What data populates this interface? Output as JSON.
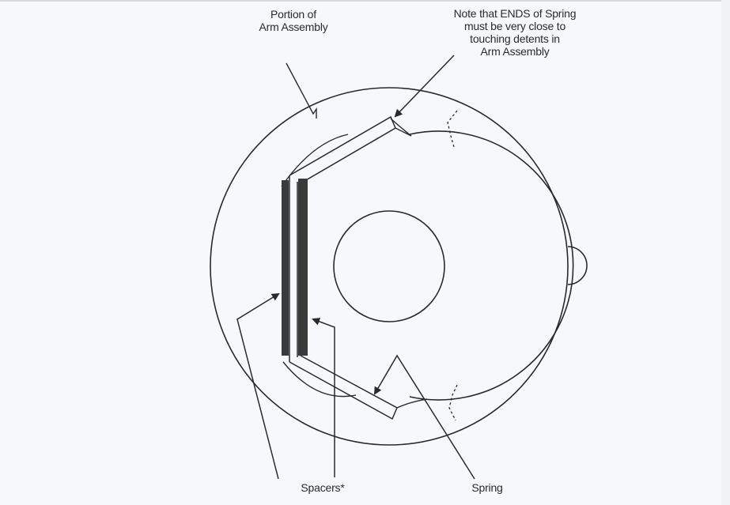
{
  "diagram": {
    "labels": {
      "portion": [
        "Portion of",
        "Arm Assembly"
      ],
      "note": [
        "Note that ENDS of Spring",
        "must be very close to",
        "touching detents in",
        "Arm Assembly"
      ],
      "spacers": "Spacers*",
      "spring": "Spring"
    },
    "colors": {
      "background": "#f7f8fb",
      "ink": "#2a2a2a",
      "spacer_fill": "#3a3a3a"
    },
    "parts": [
      "arm-assembly-outer-ring",
      "spring-inner-circle",
      "hub-circle",
      "spring-legs",
      "spacers",
      "detent-bump",
      "dashed-detent-lines"
    ]
  }
}
